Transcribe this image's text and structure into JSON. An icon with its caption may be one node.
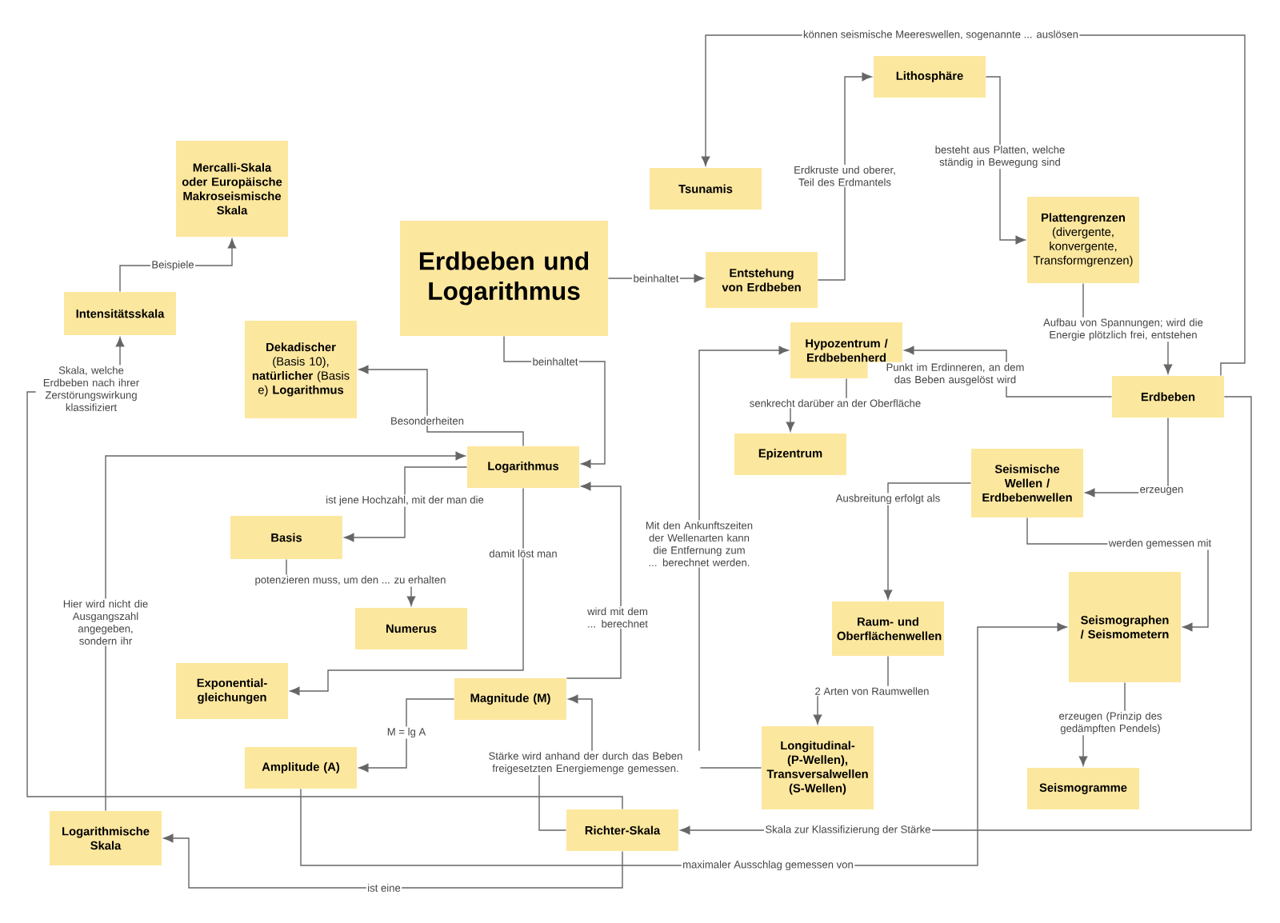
{
  "diagram": {
    "nodes": [
      {
        "text": [
          "Erdbeben und Logarithmus"
        ]
      },
      {
        "text": [
          "Mercalli-Skala oder Europäische Makroseismische Skala"
        ]
      },
      {
        "text": [
          "Intensitätsskala"
        ]
      },
      {
        "text": [
          "**Dekadischer** (Basis 10), **natürlicher** (Basis e) **Logarithmus**"
        ]
      },
      {
        "text": [
          "Logarithmus"
        ]
      },
      {
        "text": [
          "Tsunamis"
        ]
      },
      {
        "text": [
          "Lithosphäre"
        ]
      },
      {
        "text": [
          "Entstehung von Erdbeben"
        ]
      },
      {
        "text": [
          "**Plattengrenzen** (divergente, konvergente, Transformgrenzen)"
        ]
      },
      {
        "text": [
          "Hypozentrum / Erdbebenherd"
        ]
      },
      {
        "text": [
          "Epizentrum"
        ]
      },
      {
        "text": [
          "Erdbeben"
        ]
      },
      {
        "text": [
          "Seismische Wellen / Erdbebenwellen"
        ]
      },
      {
        "text": [
          "Basis"
        ]
      },
      {
        "text": [
          "Numerus"
        ]
      },
      {
        "text": [
          "Exponential-gleichungen"
        ]
      },
      {
        "text": [
          "Magnitude (M)"
        ]
      },
      {
        "text": [
          "Amplitude (A)"
        ]
      },
      {
        "text": [
          "Raum- und Oberflächenwellen"
        ]
      },
      {
        "text": [
          "Seismographen / Seismometern"
        ]
      },
      {
        "text": [
          "Longitudinal- (P-Wellen), Transversalwellen (S-Wellen)"
        ]
      },
      {
        "text": [
          "Seismogramme"
        ]
      },
      {
        "text": [
          "Logarithmische Skala"
        ]
      },
      {
        "text": [
          "Richter-Skala"
        ]
      }
    ],
    "edges": [
      {
        "from": 0,
        "to": 7,
        "arrow": "to",
        "label": "beinhaltet"
      },
      {
        "from": 0,
        "to": 4,
        "arrow": "to",
        "label": "beinhaltet"
      },
      {
        "from": 2,
        "to": 1,
        "arrow": "to",
        "label": "Beispiele"
      },
      {
        "from": 23,
        "to": 2,
        "arrow": "to",
        "label": "Skala, welche Erdbeben nach ihrer Zerstörungswirkung klassifiziert"
      },
      {
        "from": 22,
        "to": 4,
        "arrow": "to",
        "label": "Hier wird nicht die Ausgangszahl angegeben, sondern ihr"
      },
      {
        "from": 4,
        "to": 3,
        "arrow": "to",
        "label": "Besonderheiten"
      },
      {
        "from": 4,
        "to": 13,
        "arrow": "to",
        "label": "ist jene Hochzahl, mit der man die"
      },
      {
        "from": 13,
        "to": 14,
        "arrow": "to",
        "label": "potenzieren muss, um den ... zu erhalten"
      },
      {
        "from": 4,
        "to": 15,
        "arrow": "to",
        "label": "damit löst man"
      },
      {
        "from": 16,
        "to": 4,
        "arrow": "to",
        "label": "wird mit dem ... berechnet"
      },
      {
        "from": 16,
        "to": 17,
        "arrow": "to",
        "label": "M = lg A"
      },
      {
        "from": 23,
        "to": 16,
        "arrow": "to",
        "label": "Stärke wird anhand der durch das Beben freigesetzten Energiemenge gemessen."
      },
      {
        "from": 17,
        "to": 19,
        "arrow": "to",
        "label": "maximaler Ausschlag gemessen von"
      },
      {
        "from": 23,
        "to": 22,
        "arrow": "to",
        "label": "ist eine"
      },
      {
        "from": 11,
        "to": 23,
        "arrow": "to",
        "label": "Skala zur Klassifizierung der Stärke"
      },
      {
        "from": 11,
        "to": 5,
        "arrow": "to",
        "label": "können seismische Meereswellen, sogenannte ... auslösen"
      },
      {
        "from": 7,
        "to": 6,
        "arrow": "to",
        "label": "Erdkruste und oberer, Teil des Erdmantels"
      },
      {
        "from": 6,
        "to": 8,
        "arrow": "to",
        "label": "besteht aus Platten, welche ständig in Bewegung sind"
      },
      {
        "from": 8,
        "to": 11,
        "arrow": "to",
        "label": "Aufbau von Spannungen; wird die Energie plötzlich frei, entstehen"
      },
      {
        "from": 11,
        "to": 9,
        "arrow": "to",
        "label": "Punkt im Erdinneren, an dem das Beben ausgelöst wird"
      },
      {
        "from": 9,
        "to": 10,
        "arrow": "to",
        "label": "senkrecht darüber an der Oberfläche"
      },
      {
        "from": 11,
        "to": 12,
        "arrow": "to",
        "label": "erzeugen"
      },
      {
        "from": 12,
        "to": 18,
        "arrow": "to",
        "label": "Ausbreitung erfolgt als"
      },
      {
        "from": 12,
        "to": 19,
        "arrow": "to",
        "label": "werden gemessen mit"
      },
      {
        "from": 18,
        "to": 20,
        "arrow": "to",
        "label": "2 Arten von Raumwellen"
      },
      {
        "from": 19,
        "to": 21,
        "arrow": "to",
        "label": "erzeugen (Prinzip des gedämpften Pendels)"
      },
      {
        "from": 20,
        "to": 9,
        "arrow": "to",
        "label": "Mit den Ankunftszeiten der Wellenarten kann die Entfernung zum ... berechnet werden."
      }
    ]
  }
}
